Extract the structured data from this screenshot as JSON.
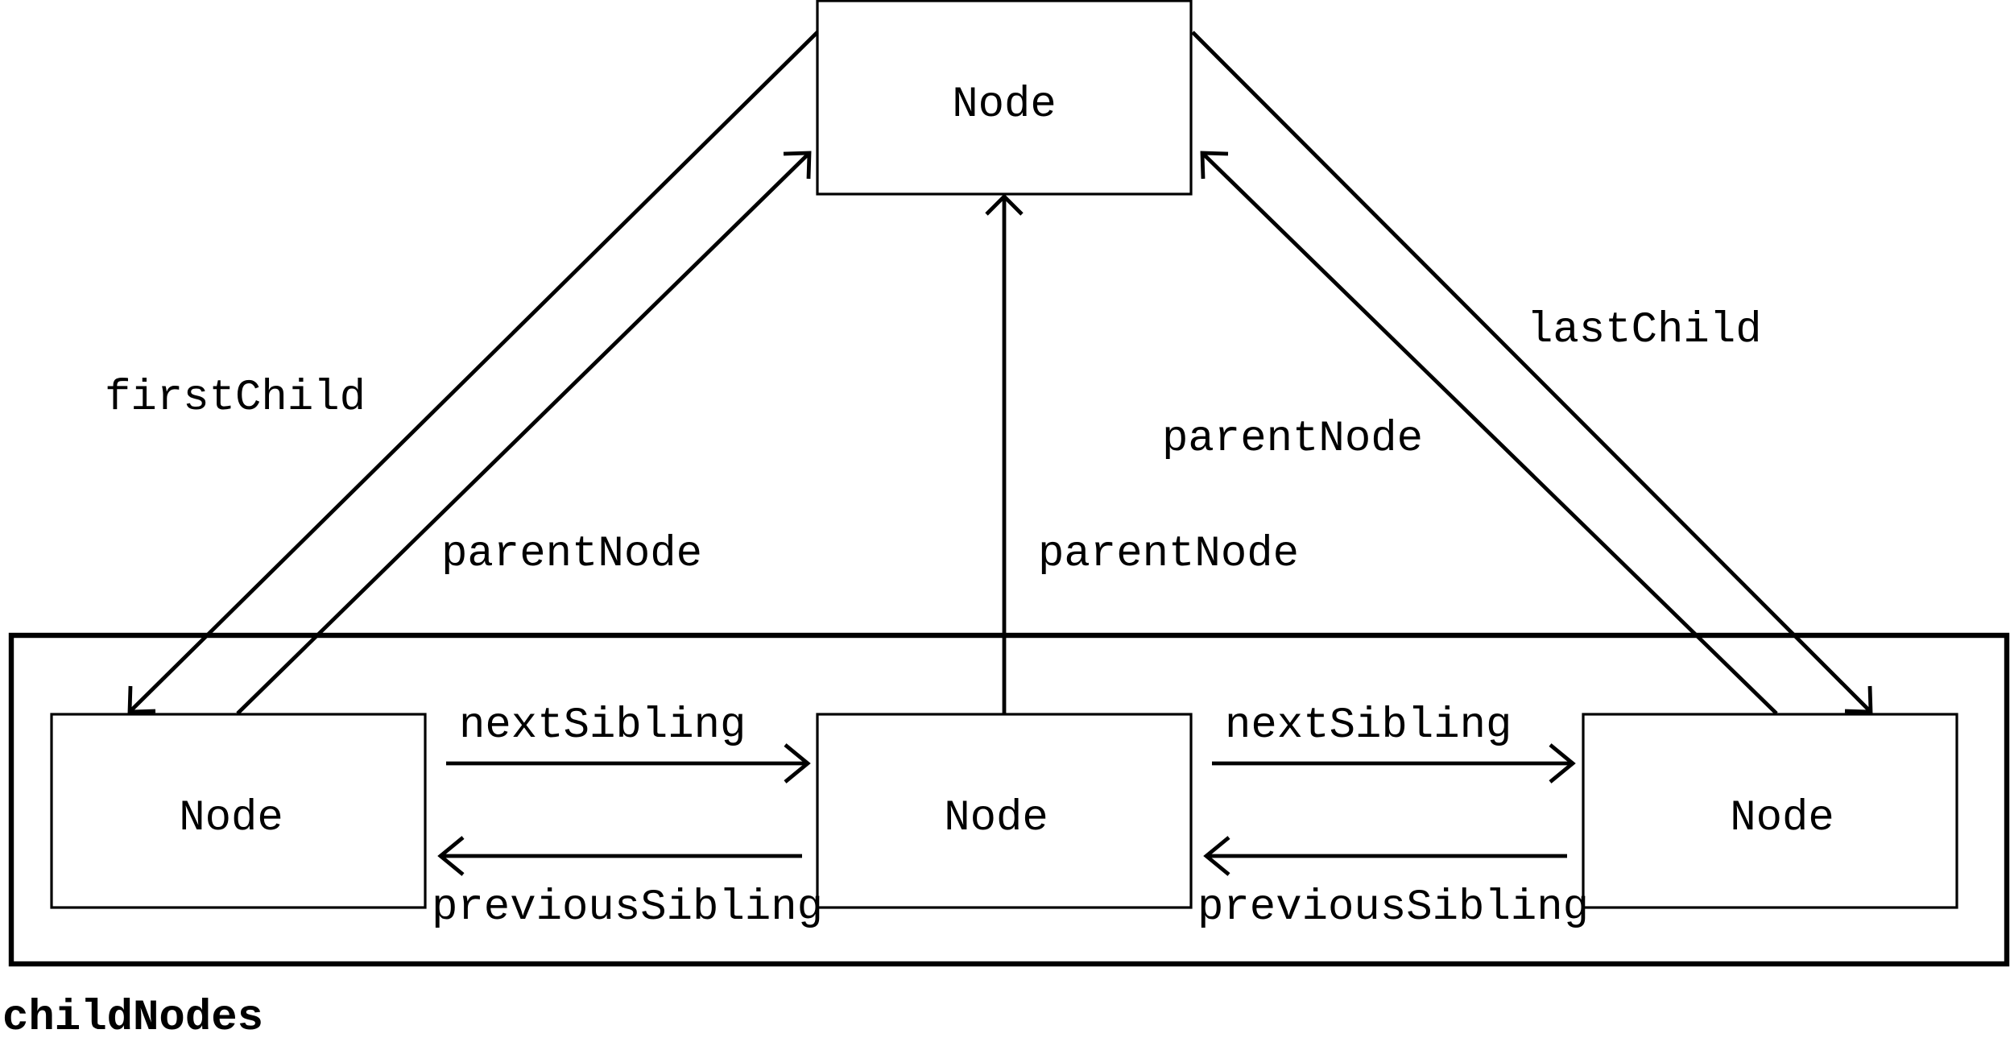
{
  "diagram": {
    "parent": {
      "label": "Node"
    },
    "children": [
      {
        "label": "Node"
      },
      {
        "label": "Node"
      },
      {
        "label": "Node"
      }
    ],
    "edges": {
      "first_child": "firstChild",
      "last_child": "lastChild",
      "parent_node_left": "parentNode",
      "parent_node_middle": "parentNode",
      "parent_node_right": "parentNode",
      "next_sibling_1": "nextSibling",
      "next_sibling_2": "nextSibling",
      "previous_sibling_1": "previousSibling",
      "previous_sibling_2": "previousSibling"
    },
    "group_label": "childNodes",
    "colors": {
      "stroke": "#000000",
      "background": "#ffffff"
    }
  }
}
